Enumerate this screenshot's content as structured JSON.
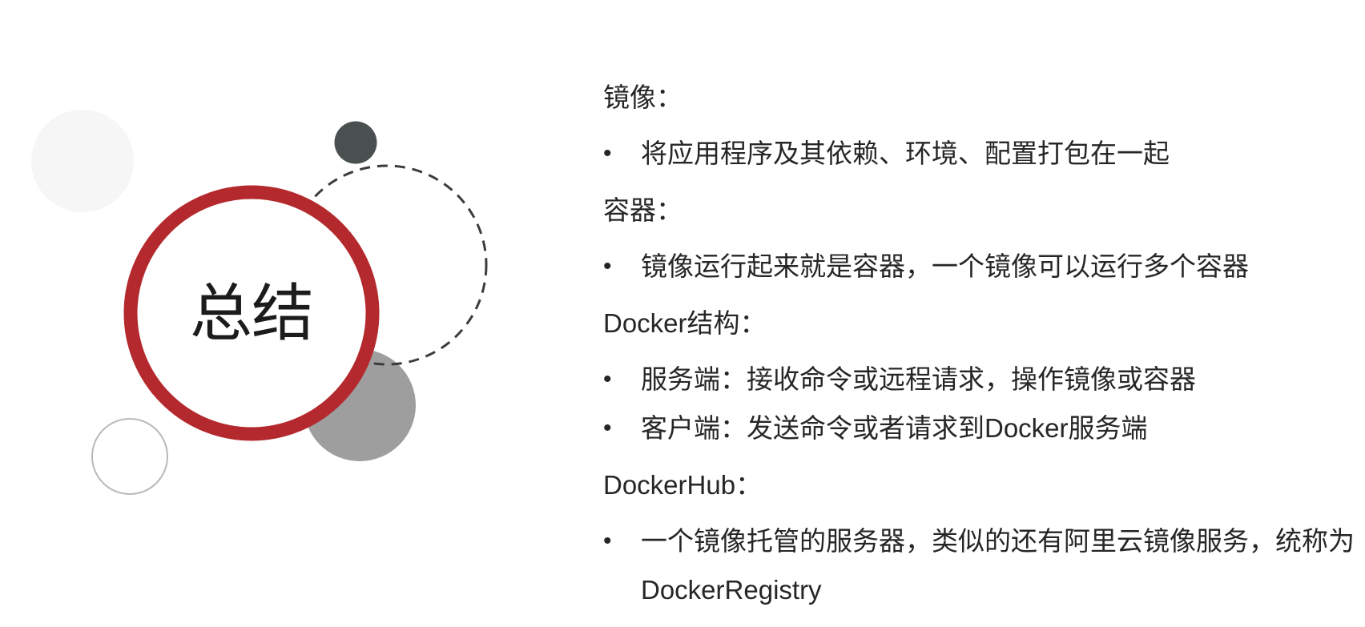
{
  "slide": {
    "background": "#ffffff"
  },
  "graphic": {
    "title": "总结",
    "title_color": "#1c1c1c",
    "ring_color": "#b4292d",
    "dark_circle_color": "#4a4f50",
    "gray_circle_color": "#9e9e9e",
    "light_circle_color": "#f6f6f6",
    "outline_circle_color": "#b9b9b9",
    "dashed_circle_color": "#3c3c3c"
  },
  "content": {
    "bullet_glyph": "•",
    "sections": [
      {
        "heading": "镜像：",
        "bullets": [
          "将应用程序及其依赖、环境、配置打包在一起"
        ]
      },
      {
        "heading": "容器：",
        "bullets": [
          "镜像运行起来就是容器，一个镜像可以运行多个容器"
        ]
      },
      {
        "heading": "Docker结构：",
        "bullets": [
          "服务端：接收命令或远程请求，操作镜像或容器",
          "客户端：发送命令或者请求到Docker服务端"
        ]
      },
      {
        "heading": "DockerHub：",
        "bullets": [
          "一个镜像托管的服务器，类似的还有阿里云镜像服务，统称为\nDockerRegistry"
        ]
      }
    ]
  }
}
